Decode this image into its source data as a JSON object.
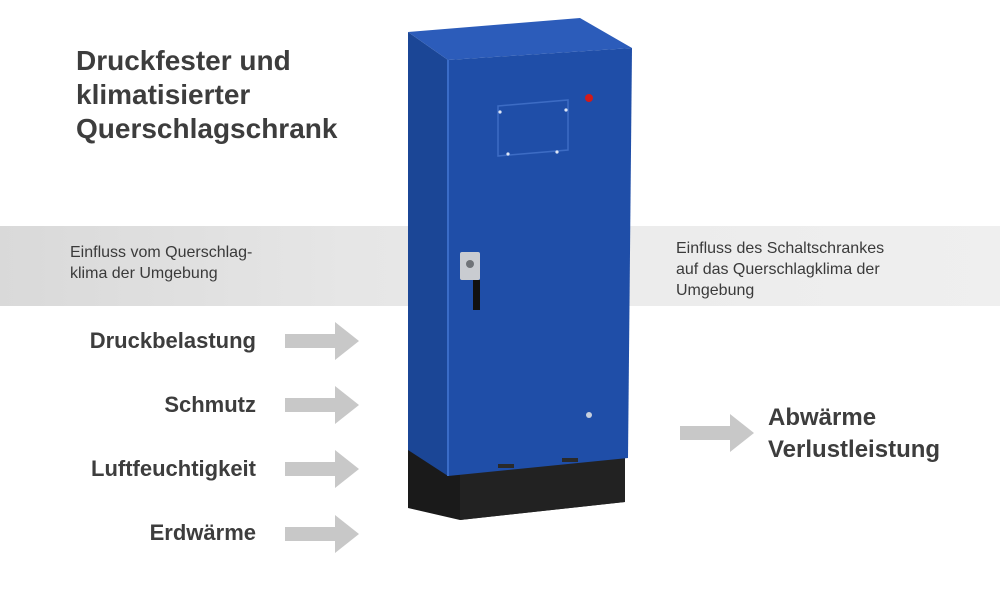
{
  "title": "Druckfester und\nklimatisierter\nQuerschlagschrank",
  "band": {
    "left_text": "Einfluss vom Querschlag-\nklima der Umgebung",
    "right_text": "Einfluss des Schaltschrankes\nauf das Querschlagklima der\nUmgebung"
  },
  "inputs": [
    "Druckbelastung",
    "Schmutz",
    "Luftfeuchtigkeit",
    "Erdwärme"
  ],
  "output": "Abwärme\nVerlustleistung",
  "colors": {
    "cabinet_blue": "#1f4ea8",
    "arrow_gray": "#c8c8c8",
    "text": "#3d3d3d",
    "indicator_red": "#d11a1a"
  },
  "icons": {
    "arrow": "arrow-right-icon",
    "cabinet": "electrical-cabinet-illustration"
  }
}
